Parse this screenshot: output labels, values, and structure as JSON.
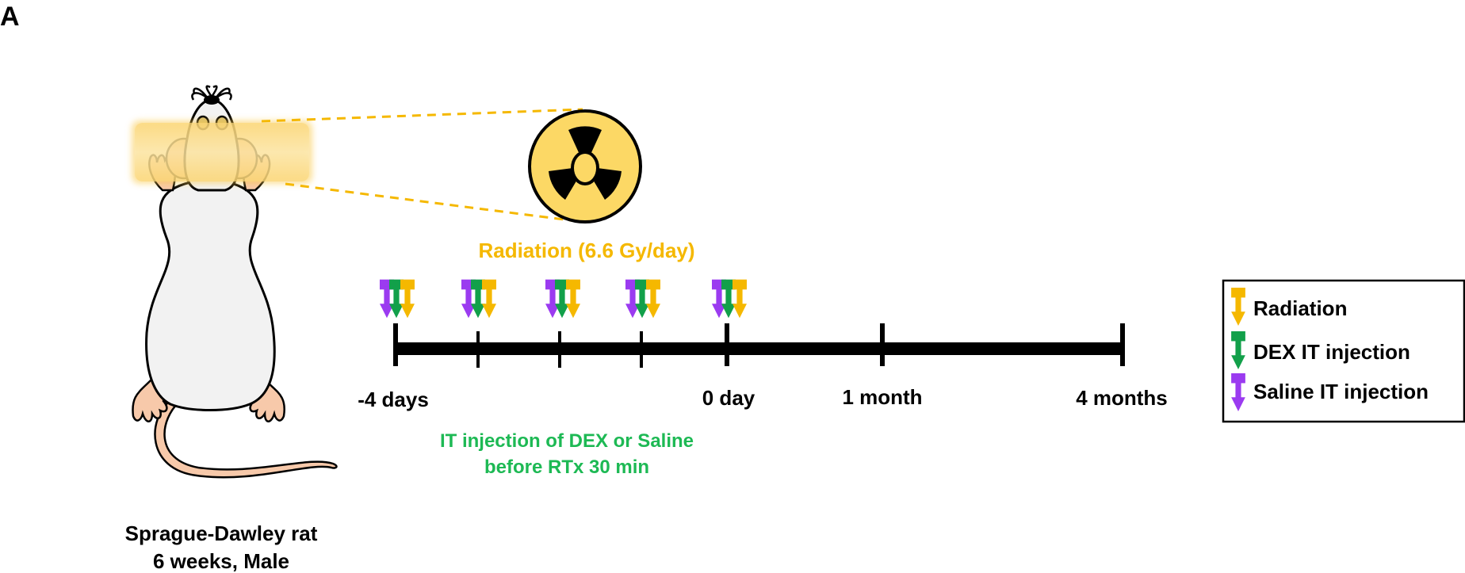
{
  "panel_label": "A",
  "rat": {
    "name": "Sprague-Dawley rat",
    "details": "6 weeks, Male"
  },
  "radiation": {
    "label": "Radiation (6.6 Gy/day)"
  },
  "timeline": {
    "labels": {
      "start": "-4 days",
      "zero": "0 day",
      "one_month": "1 month",
      "four_months": "4 months"
    },
    "injection_note_line1": "IT injection of DEX or Saline",
    "injection_note_line2": "before RTx 30 min"
  },
  "legend": {
    "radiation": "Radiation",
    "dex": "DEX IT injection",
    "saline": "Saline IT injection"
  },
  "colors": {
    "radiation": "#F5B800",
    "dex": "#12A04A",
    "saline": "#9B3BF0",
    "injection_note": "#1DB954",
    "radiation_label": "#F5B800"
  }
}
